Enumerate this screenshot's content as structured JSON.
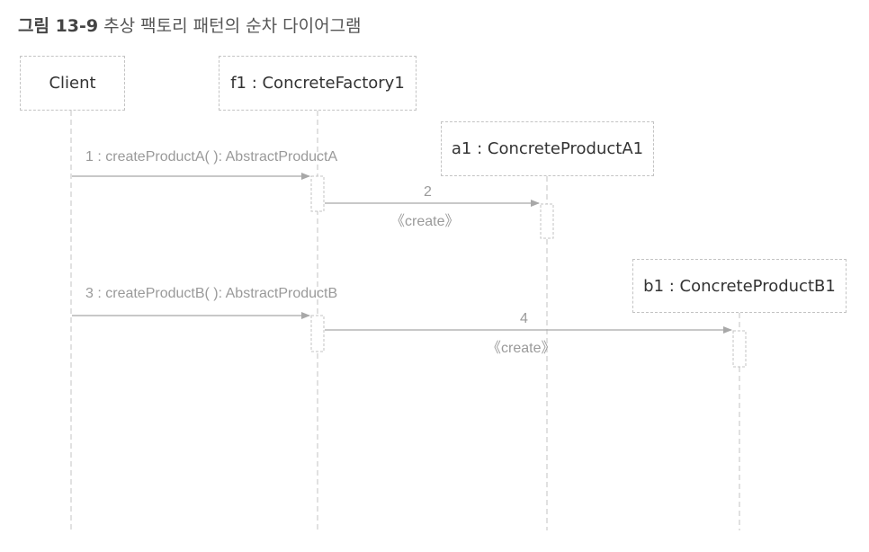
{
  "caption": {
    "number": "그림 13-9",
    "title": "추상 팩토리 패턴의 순차 다이어그램"
  },
  "lifelines": [
    {
      "id": "client",
      "label": "Client"
    },
    {
      "id": "f1",
      "label": "f1 : ConcreteFactory1"
    },
    {
      "id": "a1",
      "label": "a1 : ConcreteProductA1"
    },
    {
      "id": "b1",
      "label": "b1 : ConcreteProductB1"
    }
  ],
  "messages": [
    {
      "label": "1 : createProductA( ): AbstractProductA"
    },
    {
      "number": "2",
      "stereotype": "《create》"
    },
    {
      "label": "3 : createProductB( ): AbstractProductB"
    },
    {
      "number": "4",
      "stereotype": "《create》"
    }
  ],
  "colors": {
    "line": "#c3c3c3",
    "arrow": "#a8a8a8",
    "text": "#333333",
    "label": "#9a9a9a"
  }
}
